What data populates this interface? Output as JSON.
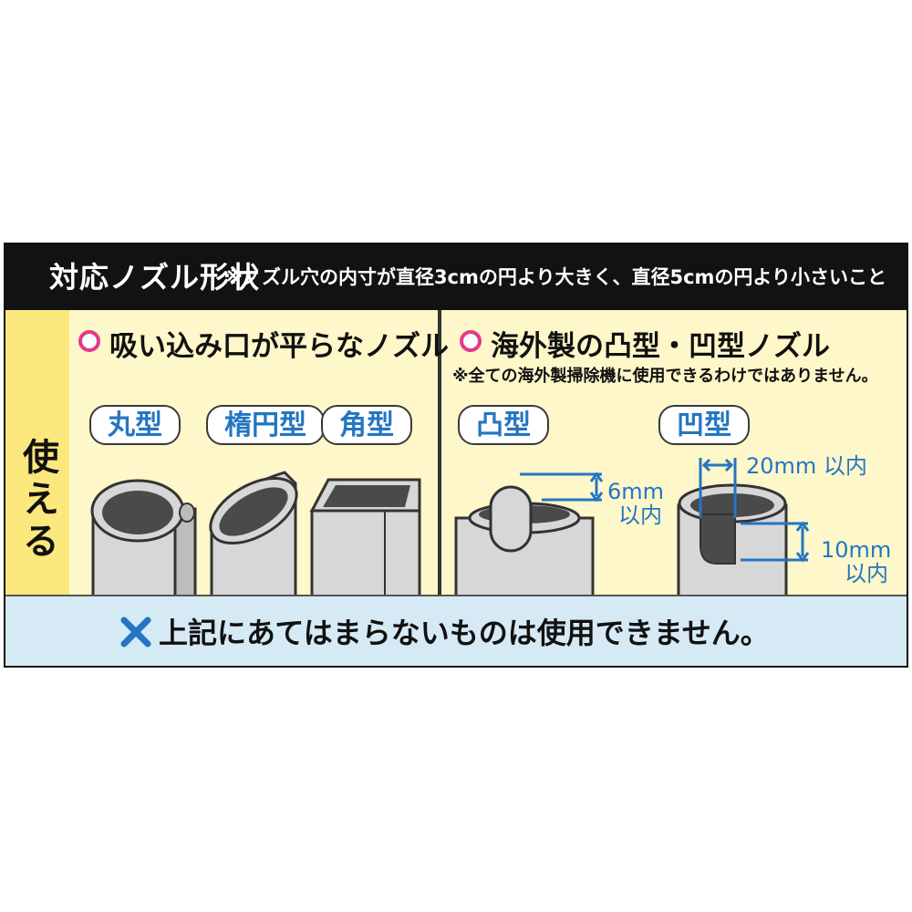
{
  "header": {
    "title": "対応ノズル形状",
    "note": "※ノズル穴の内寸が直径3cmの円より大きく、直径5cmの円より小さいこと"
  },
  "side_label": "使える",
  "left_section": {
    "title": "吸い込み口が平らなノズル",
    "types": [
      "丸型",
      "楕円型",
      "角型"
    ]
  },
  "right_section": {
    "title": "海外製の凸型・凹型ノズル",
    "note": "※全ての海外製掃除機に使用できるわけではありません。",
    "types": [
      "凸型",
      "凹型"
    ],
    "convex_dim": {
      "line1": "6mm",
      "line2": "以内"
    },
    "concave_dim_width": {
      "line1": "20mm 以内"
    },
    "concave_dim_depth": {
      "line1": "10mm",
      "line2": "以内"
    }
  },
  "footer": {
    "text": "上記にあてはまらないものは使用できません。"
  },
  "colors": {
    "header_bg": "#121212",
    "side_bg": "#fbe87c",
    "panel_bg": "#fdf7c9",
    "footer_bg": "#d6eaf5",
    "accent_blue": "#2476c2",
    "ok_mark": "#e3398d",
    "ng_mark": "#2476c2"
  },
  "icons": {
    "ok": "circle-mark-icon",
    "ng": "cross-mark-icon"
  }
}
